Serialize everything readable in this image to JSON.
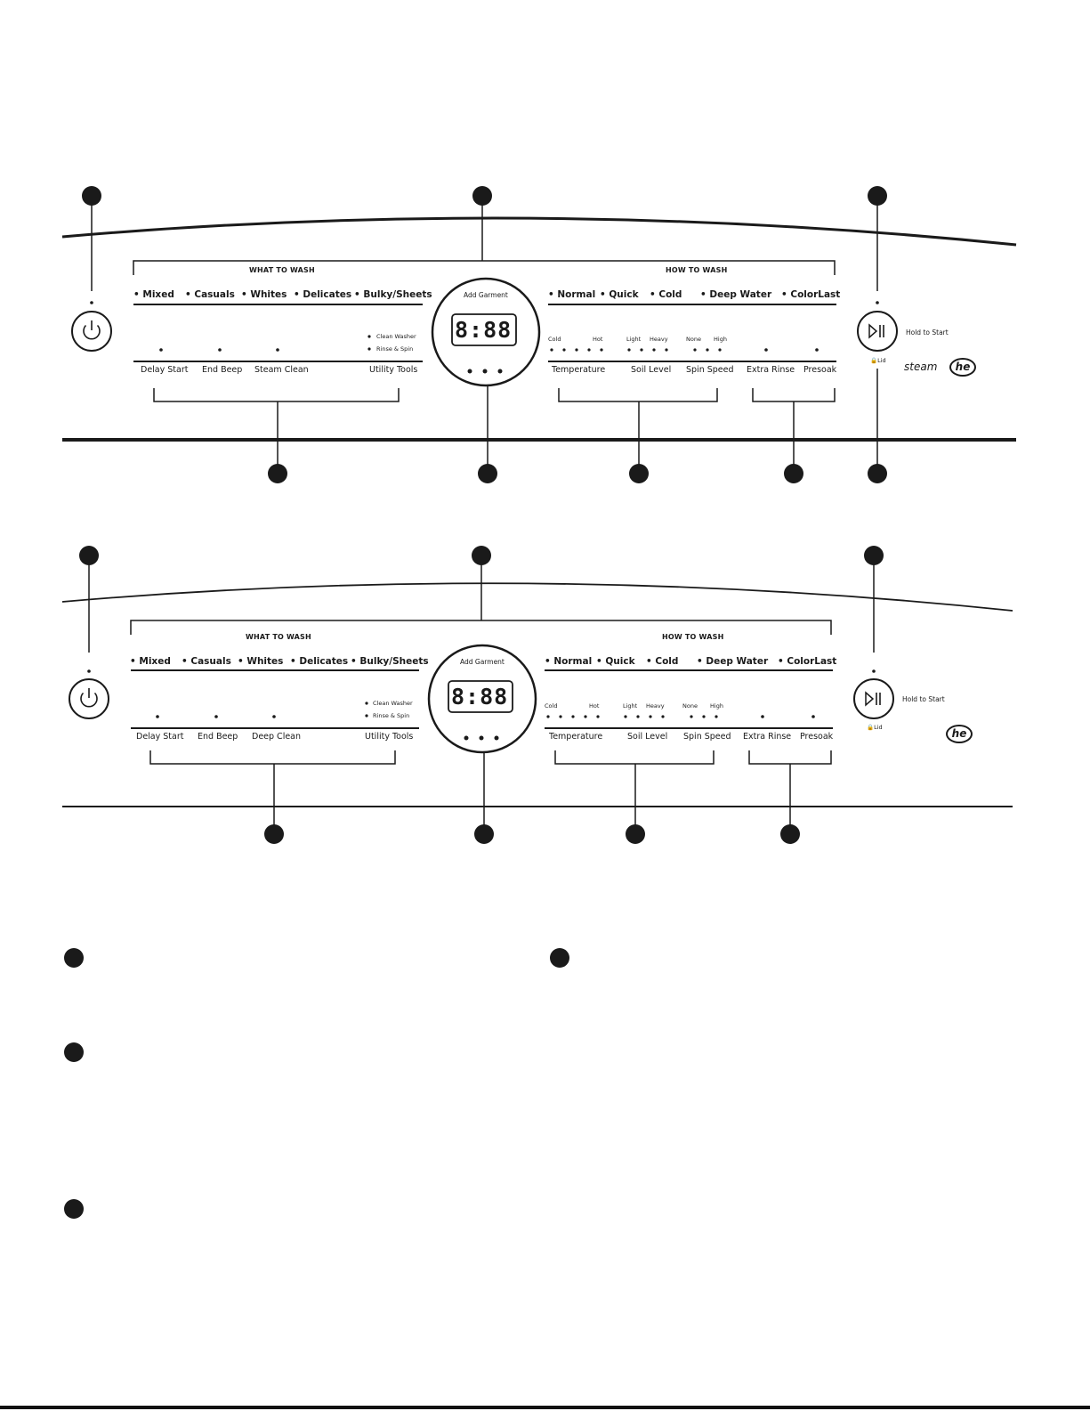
{
  "panels": [
    {
      "what_to_wash": "WHAT TO WASH",
      "how_to_wash": "HOW TO WASH",
      "wash_options": [
        "Mixed",
        "Casuals",
        "Whites",
        "Delicates",
        "Bulky/Sheets"
      ],
      "how_options": [
        "Normal",
        "Quick",
        "Cold",
        "Deep Water",
        "ColorLast"
      ],
      "lower_left": [
        "Delay Start",
        "End Beep",
        "Steam Clean",
        "Utility Tools"
      ],
      "utility_items": [
        "Clean Washer",
        "Rinse & Spin"
      ],
      "add_garment": "Add Garment",
      "display_digits": "8:88",
      "temp_cold": "Cold",
      "temp_hot": "Hot",
      "soil_light": "Light",
      "soil_heavy": "Heavy",
      "spin_none": "None",
      "spin_high": "High",
      "lower_right": [
        "Temperature",
        "Soil Level",
        "Spin Speed",
        "Extra Rinse",
        "Presoak"
      ],
      "hold_to_start": "Hold to Start",
      "lid": "Lid",
      "steam_logo": "steam",
      "he_logo": "he"
    },
    {
      "what_to_wash": "WHAT TO WASH",
      "how_to_wash": "HOW TO WASH",
      "wash_options": [
        "Mixed",
        "Casuals",
        "Whites",
        "Delicates",
        "Bulky/Sheets"
      ],
      "how_options": [
        "Normal",
        "Quick",
        "Cold",
        "Deep Water",
        "ColorLast"
      ],
      "lower_left": [
        "Delay Start",
        "End Beep",
        "Deep Clean",
        "Utility Tools"
      ],
      "utility_items": [
        "Clean Washer",
        "Rinse & Spin"
      ],
      "add_garment": "Add Garment",
      "display_digits": "8:88",
      "temp_cold": "Cold",
      "temp_hot": "Hot",
      "soil_light": "Light",
      "soil_heavy": "Heavy",
      "spin_none": "None",
      "spin_high": "High",
      "lower_right": [
        "Temperature",
        "Soil Level",
        "Spin Speed",
        "Extra Rinse",
        "Presoak"
      ],
      "hold_to_start": "Hold to Start",
      "lid": "Lid",
      "he_logo": "he"
    }
  ],
  "colors": {
    "ink": "#1a1a1a",
    "background": "#ffffff"
  }
}
